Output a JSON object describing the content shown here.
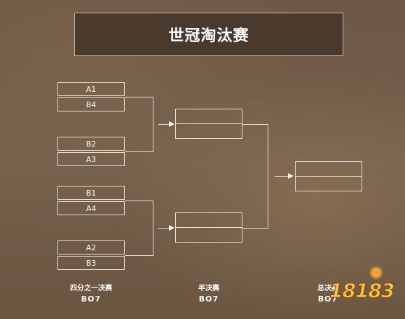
{
  "title": "世冠淘汰赛",
  "quarterfinals": [
    {
      "top": "A1",
      "bottom": "B4"
    },
    {
      "top": "B2",
      "bottom": "A3"
    },
    {
      "top": "B1",
      "bottom": "A4"
    },
    {
      "top": "A2",
      "bottom": "B3"
    }
  ],
  "rounds": [
    {
      "name": "四分之一决赛",
      "format": "BO7"
    },
    {
      "name": "半决赛",
      "format": "BO7"
    },
    {
      "name": "总决赛",
      "format": "BO7"
    }
  ],
  "watermark": "18183"
}
